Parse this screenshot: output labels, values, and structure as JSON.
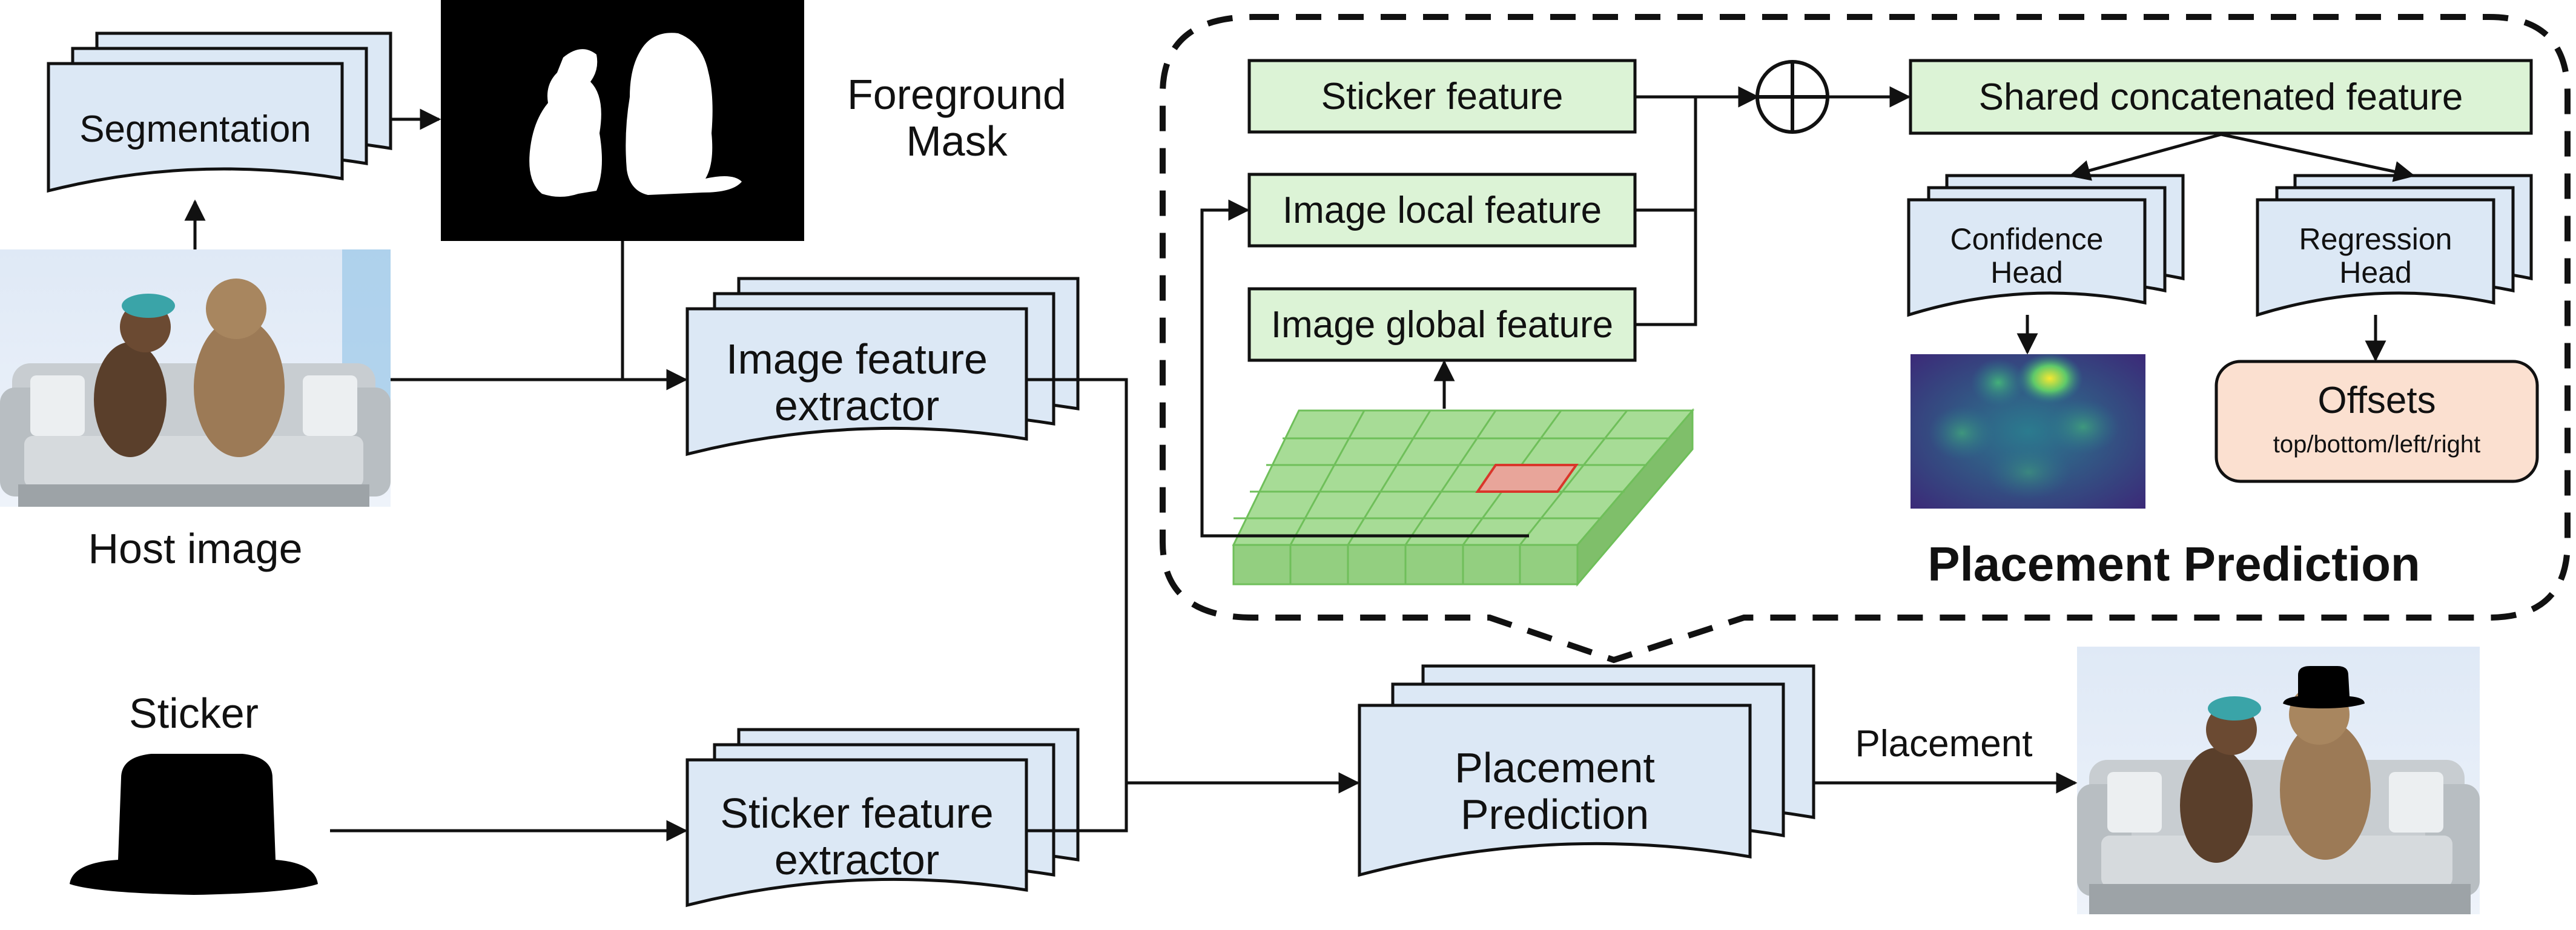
{
  "labels": {
    "segmentation": "Segmentation",
    "foreground_mask": "Foreground\nMask",
    "host_image": "Host image",
    "image_feature_extractor": "Image feature\nextractor",
    "sticker": "Sticker",
    "sticker_feature_extractor": "Sticker feature\nextractor",
    "placement_prediction_block": "Placement\nPrediction",
    "placement_arrow": "Placement",
    "sticker_feature": "Sticker feature",
    "image_local_feature": "Image local feature",
    "image_global_feature": "Image global feature",
    "shared_concat_feature": "Shared concatenated feature",
    "confidence_head": "Confidence\nHead",
    "regression_head": "Regression\nHead",
    "offsets": "Offsets",
    "offsets_sub": "top/bottom/left/right",
    "placement_prediction_title": "Placement Prediction"
  },
  "colors": {
    "doc_fill": "#dce8f5",
    "feature_fill": "#dcf3d6",
    "offsets_fill": "#fbe0d0",
    "grid_fill": "#a7dc96",
    "grid_stroke": "#6fbf5a",
    "highlight_cell": "#e8a59a",
    "highlight_stroke": "#d9362a",
    "stroke": "#111111"
  },
  "icons": [
    "summation-circle-icon",
    "hat-icon",
    "monkey-mask-icon"
  ]
}
